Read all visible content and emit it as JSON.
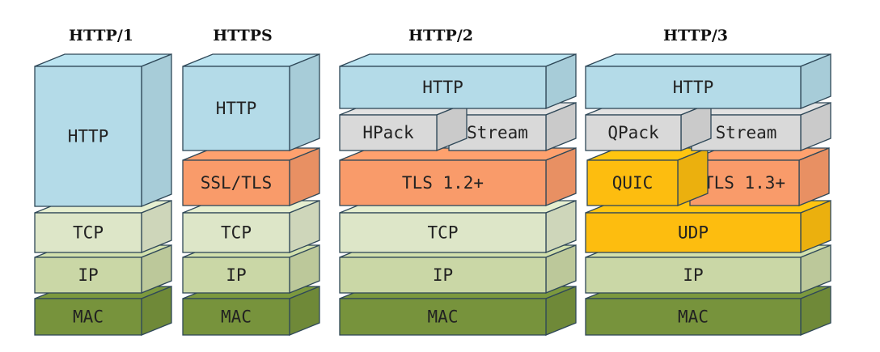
{
  "colors": {
    "http": "#b4dbe8",
    "tls": "#f99b6a",
    "tcp": "#dde6c8",
    "ip": "#cad7a6",
    "mac": "#77933c",
    "pack": "#d9d9d9",
    "quic": "#fdbd0f",
    "outline": "#2f4858"
  },
  "stacks": [
    {
      "title": "HTTP/1",
      "layers": [
        {
          "label": "HTTP",
          "color": "http"
        },
        {
          "label": "TCP",
          "color": "tcp"
        },
        {
          "label": "IP",
          "color": "ip"
        },
        {
          "label": "MAC",
          "color": "mac"
        }
      ]
    },
    {
      "title": "HTTPS",
      "layers": [
        {
          "label": "HTTP",
          "color": "http"
        },
        {
          "label": "SSL/TLS",
          "color": "tls"
        },
        {
          "label": "TCP",
          "color": "tcp"
        },
        {
          "label": "IP",
          "color": "ip"
        },
        {
          "label": "MAC",
          "color": "mac"
        }
      ]
    },
    {
      "title": "HTTP/2",
      "layers": [
        {
          "label": "HTTP",
          "color": "http"
        },
        {
          "label": "HPack",
          "color": "pack"
        },
        {
          "label": "Stream",
          "color": "pack"
        },
        {
          "label": "TLS 1.2+",
          "color": "tls"
        },
        {
          "label": "TCP",
          "color": "tcp"
        },
        {
          "label": "IP",
          "color": "ip"
        },
        {
          "label": "MAC",
          "color": "mac"
        }
      ]
    },
    {
      "title": "HTTP/3",
      "layers": [
        {
          "label": "HTTP",
          "color": "http"
        },
        {
          "label": "QPack",
          "color": "pack"
        },
        {
          "label": "Stream",
          "color": "pack"
        },
        {
          "label": "QUIC",
          "color": "quic"
        },
        {
          "label": "TLS 1.3+",
          "color": "tls"
        },
        {
          "label": "UDP",
          "color": "quic"
        },
        {
          "label": "IP",
          "color": "ip"
        },
        {
          "label": "MAC",
          "color": "mac"
        }
      ]
    }
  ]
}
